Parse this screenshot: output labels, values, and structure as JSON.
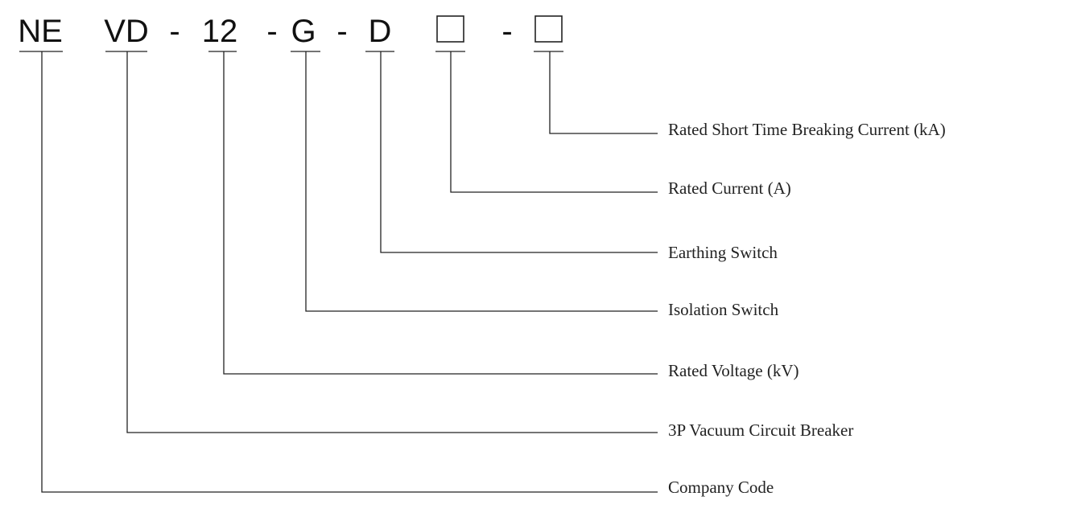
{
  "model_code": {
    "segments": [
      {
        "id": "company",
        "text": "NE"
      },
      {
        "id": "type",
        "text": "VD"
      },
      {
        "id": "sep1",
        "text": "-"
      },
      {
        "id": "voltage",
        "text": "12"
      },
      {
        "id": "sep2",
        "text": "-"
      },
      {
        "id": "isolation",
        "text": "G"
      },
      {
        "id": "sep3",
        "text": "-"
      },
      {
        "id": "earthing",
        "text": "D"
      },
      {
        "id": "current",
        "text": "□"
      },
      {
        "id": "sep4",
        "text": "-"
      },
      {
        "id": "breaking",
        "text": "□"
      }
    ]
  },
  "labels": [
    {
      "id": "breaking",
      "text": "Rated Short Time Breaking Current (kA)"
    },
    {
      "id": "current",
      "text": "Rated Current (A)"
    },
    {
      "id": "earthing",
      "text": "Earthing Switch"
    },
    {
      "id": "isolation",
      "text": "Isolation Switch"
    },
    {
      "id": "voltage",
      "text": "Rated Voltage (kV)"
    },
    {
      "id": "type",
      "text": "3P Vacuum Circuit Breaker"
    },
    {
      "id": "company",
      "text": "Company Code"
    }
  ]
}
